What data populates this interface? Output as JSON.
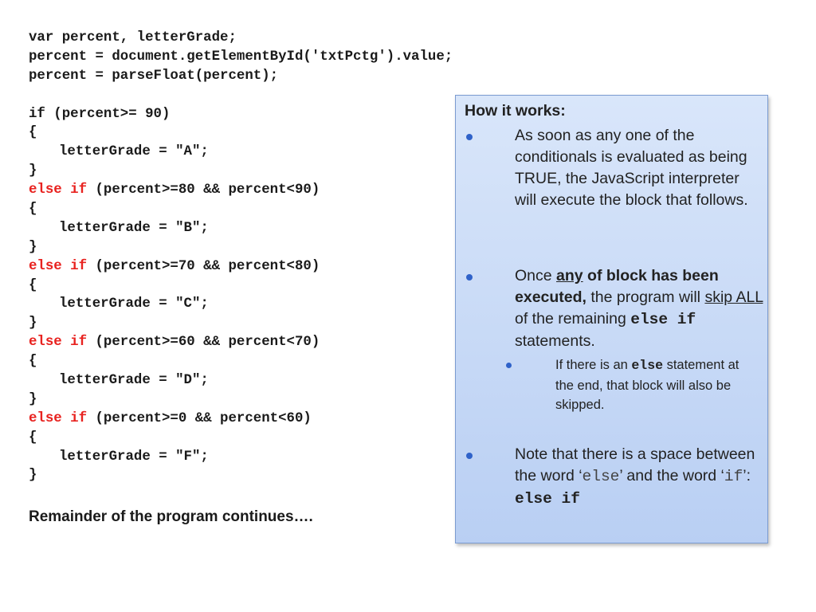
{
  "code": {
    "line1": "var percent, letterGrade;",
    "line2": "percent = document.getElementById('txtPctg').value;",
    "line3": "percent = parseFloat(percent);",
    "if_line": "if (percent>= 90)",
    "open_brace": "{",
    "close_brace": "}",
    "else_if_kw": "else if",
    "assign_a": "letterGrade = \"A\";",
    "cond_b": " (percent>=80 && percent<90)",
    "assign_b": "letterGrade = \"B\";",
    "cond_c": " (percent>=70 && percent<80)",
    "assign_c": "letterGrade = \"C\";",
    "cond_d": " (percent>=60 && percent<70)",
    "assign_d": "letterGrade = \"D\";",
    "cond_f": " (percent>=0 && percent<60)",
    "assign_f": "letterGrade = \"F\";"
  },
  "remainder": "Remainder of the program continues….",
  "panel": {
    "title": "How it works:",
    "bullet1": "As soon as any one of the conditionals is evaluated as being TRUE, the JavaScript interpreter will execute the block that follows.",
    "bullet2": {
      "t1": "Once ",
      "t2": "any",
      "t3": " of block has been executed,",
      "t4": " the program will ",
      "t5": "skip ALL",
      "t6": " of the remaining ",
      "t7": "else if",
      "t8": " statements."
    },
    "sub": {
      "t1": "If there is an ",
      "t2": "else",
      "t3": " statement at the end, that block will also be skipped."
    },
    "bullet3": {
      "t1": "Note that there is a space between the word ‘",
      "t2": "else",
      "t3": "’ and the word ‘",
      "t4": "if",
      "t5": "’: ",
      "t6": "else if"
    }
  },
  "colors": {
    "keyword": "#e8221f",
    "bullet": "#2f62c9",
    "panel_border": "#7b9bd0"
  }
}
